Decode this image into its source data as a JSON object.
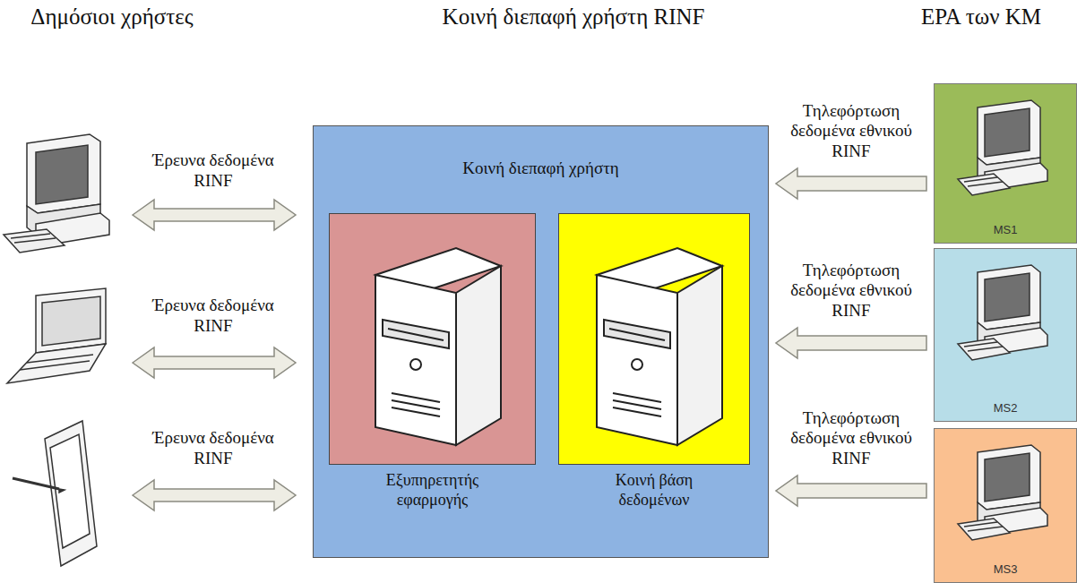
{
  "diagram": {
    "title": "Κοινή διεπαφή χρήστη RINF",
    "nodes": [
      {
        "text": [
          "Κοινή διεπαφή χρήστη"
        ]
      },
      {
        "text": [
          "Εξυπηρετητής εφαρμογής"
        ],
        "in": 0
      },
      {
        "text": [
          "Κοινή βάση δεδομένων"
        ],
        "in": 0
      },
      {
        "text": [
          "MS1"
        ]
      },
      {
        "text": [
          "MS2"
        ]
      },
      {
        "text": [
          "MS3"
        ]
      }
    ],
    "edges": [
      {
        "from": 3,
        "to": 0,
        "arrow": "to",
        "label": "Τηλεφόρτωση δεδομένα εθνικού RINF"
      },
      {
        "from": 4,
        "to": 0,
        "arrow": "to",
        "label": "Τηλεφόρτωση δεδομένα εθνικού RINF"
      },
      {
        "from": 5,
        "to": 0,
        "arrow": "to",
        "label": "Τηλεφόρτωση δεδομένα εθνικού RINF"
      }
    ],
    "labels": [
      "Δημόσιοι χρήστες",
      "ΕΡΑ των ΚΜ",
      "Έρευνα δεδομένα RINF",
      "Έρευνα δεδομένα RINF",
      "Έρευνα δεδομένα RINF"
    ]
  }
}
